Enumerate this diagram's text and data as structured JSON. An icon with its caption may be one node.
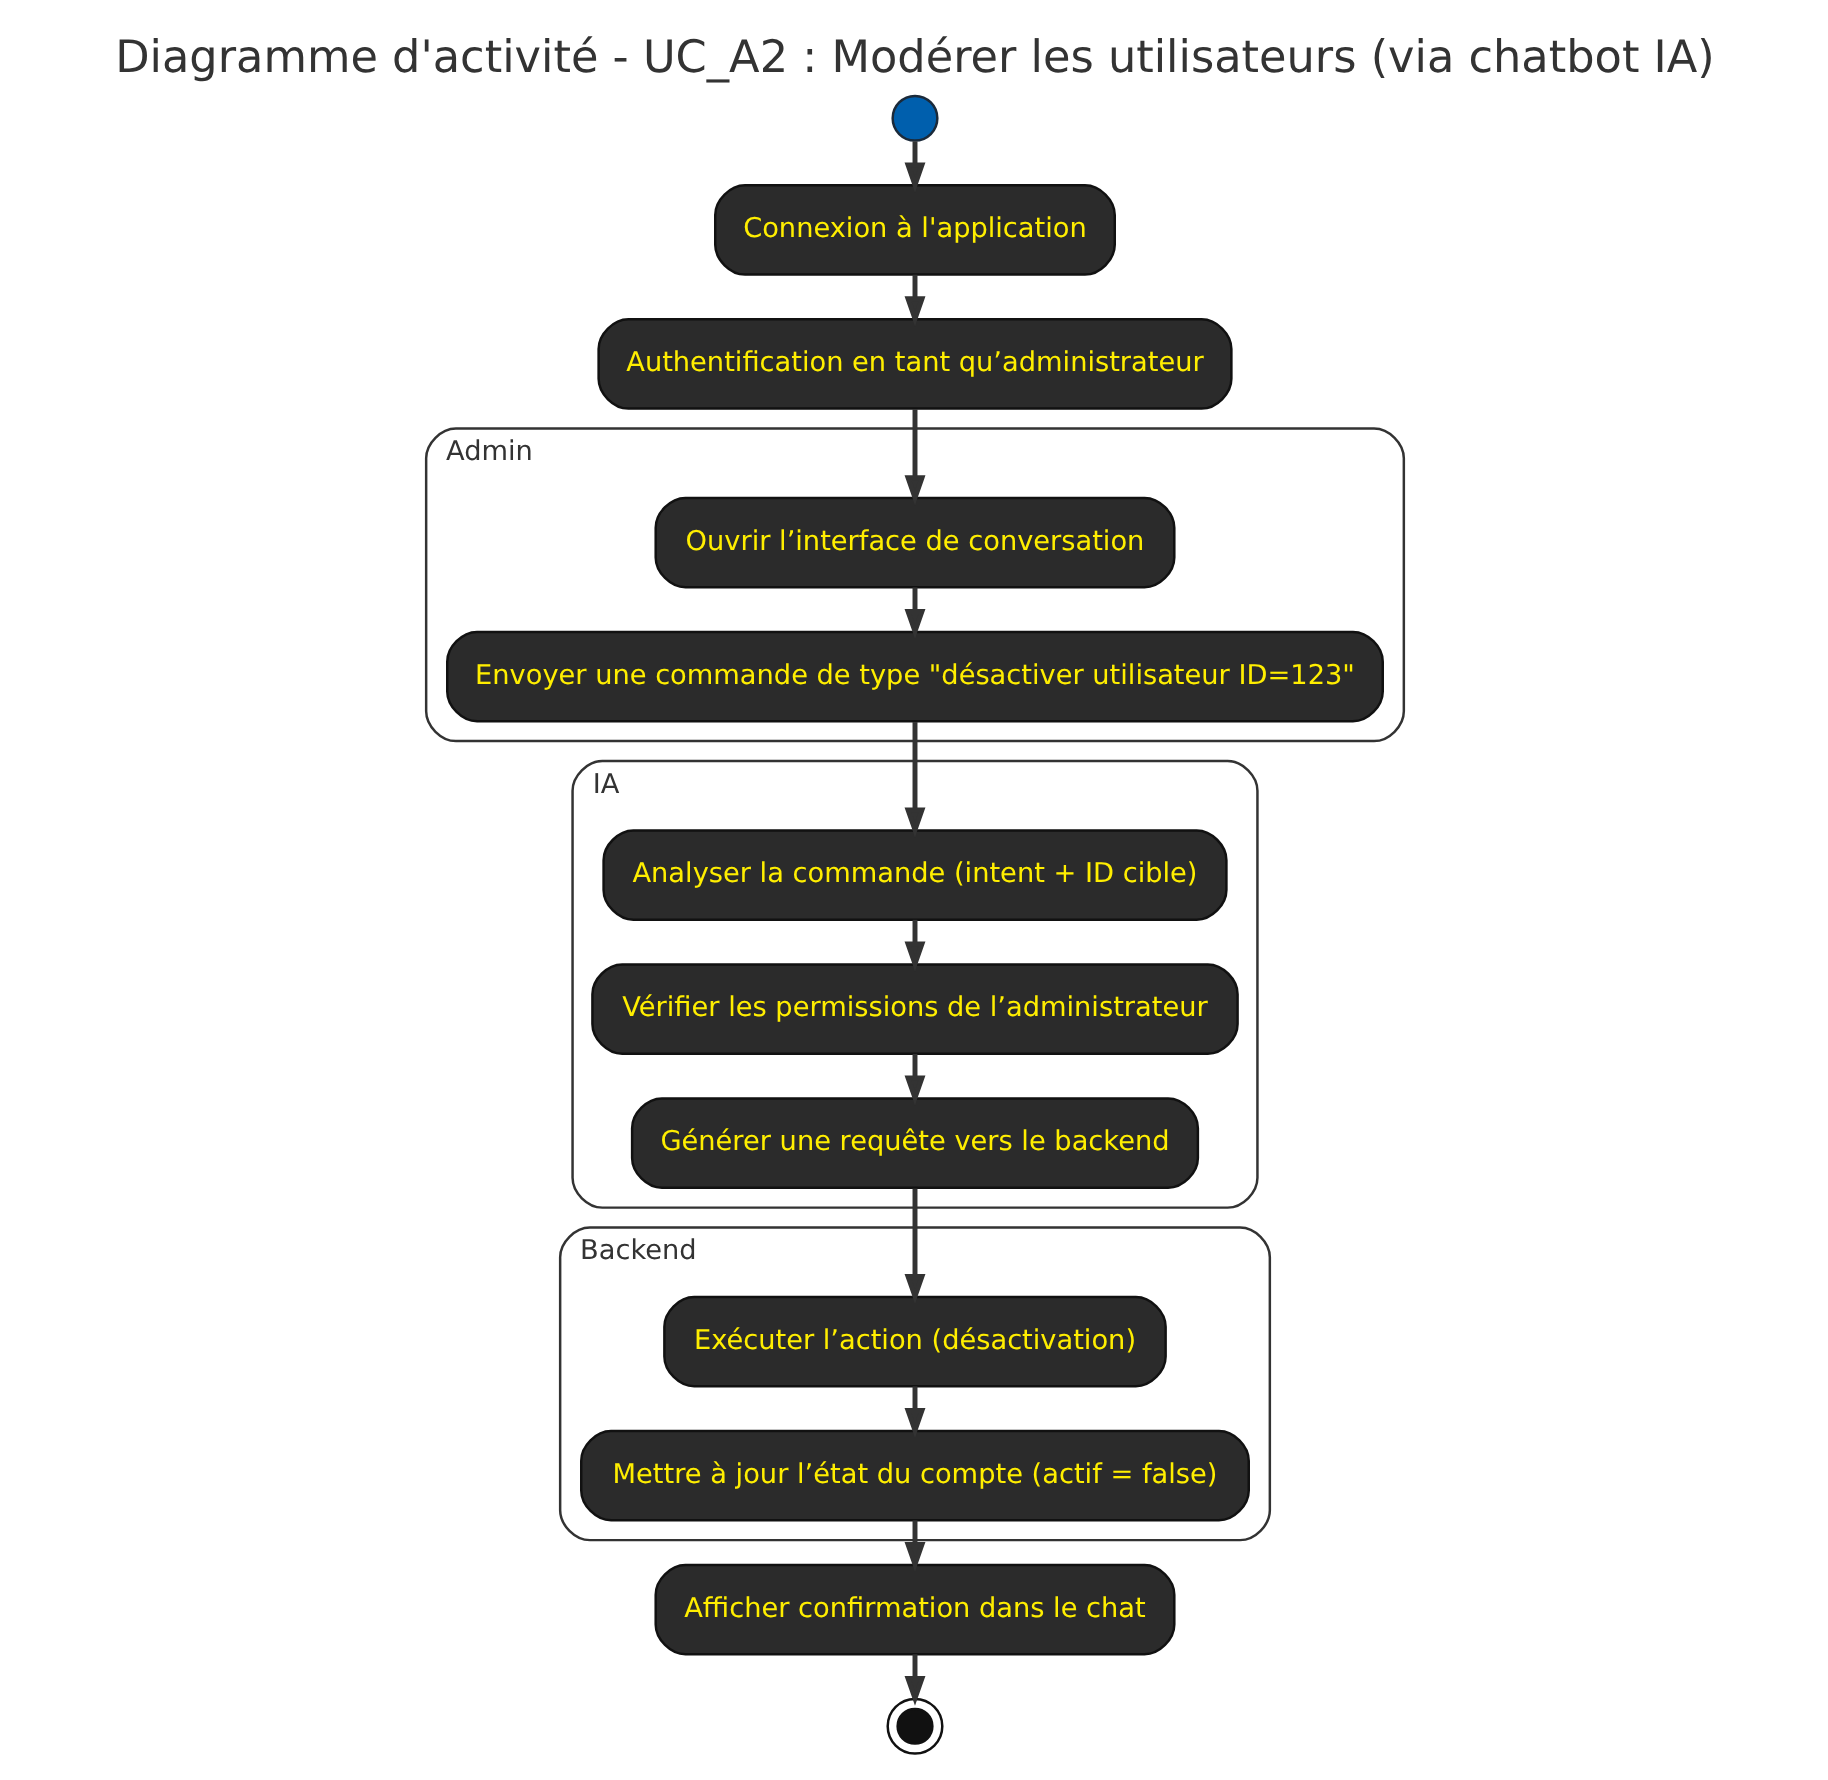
{
  "diagram": {
    "title": "Diagramme d'activité - UC_A2 : Modérer les utilisateurs (via chatbot IA)",
    "nodes": [
      {
        "text": [],
        "shape": "circle"
      },
      {
        "text": [
          "Connexion à l'application"
        ]
      },
      {
        "text": [
          "Authentification en tant qu’administrateur"
        ]
      },
      {
        "text": [
          "Admin"
        ]
      },
      {
        "text": [
          "Ouvrir l’interface de conversation"
        ],
        "in": 3
      },
      {
        "text": [
          "Envoyer une commande de type \"désactiver utilisateur ID=123\""
        ],
        "in": 3
      },
      {
        "text": [
          "IA"
        ]
      },
      {
        "text": [
          "Analyser la commande (intent + ID cible)"
        ],
        "in": 6
      },
      {
        "text": [
          "Vérifier les permissions de l’administrateur"
        ],
        "in": 6
      },
      {
        "text": [
          "Générer une requête vers le backend"
        ],
        "in": 6
      },
      {
        "text": [
          "Backend"
        ]
      },
      {
        "text": [
          "Exécuter l’action (désactivation)"
        ],
        "in": 10
      },
      {
        "text": [
          "Mettre à jour l’état du compte (actif = false)"
        ],
        "in": 10
      },
      {
        "text": [
          "Afficher confirmation dans le chat"
        ]
      },
      {
        "text": [],
        "shape": "bullseye"
      }
    ],
    "edges": [
      {
        "from": 0,
        "to": 1,
        "arrow": "to"
      },
      {
        "from": 1,
        "to": 2,
        "arrow": "to"
      },
      {
        "from": 2,
        "to": 4,
        "arrow": "to"
      },
      {
        "from": 4,
        "to": 5,
        "arrow": "to"
      },
      {
        "from": 5,
        "to": 7,
        "arrow": "to"
      },
      {
        "from": 7,
        "to": 8,
        "arrow": "to"
      },
      {
        "from": 8,
        "to": 9,
        "arrow": "to"
      },
      {
        "from": 9,
        "to": 11,
        "arrow": "to"
      },
      {
        "from": 11,
        "to": 12,
        "arrow": "to"
      },
      {
        "from": 12,
        "to": 13,
        "arrow": "to"
      },
      {
        "from": 13,
        "to": 14,
        "arrow": "to"
      }
    ]
  }
}
